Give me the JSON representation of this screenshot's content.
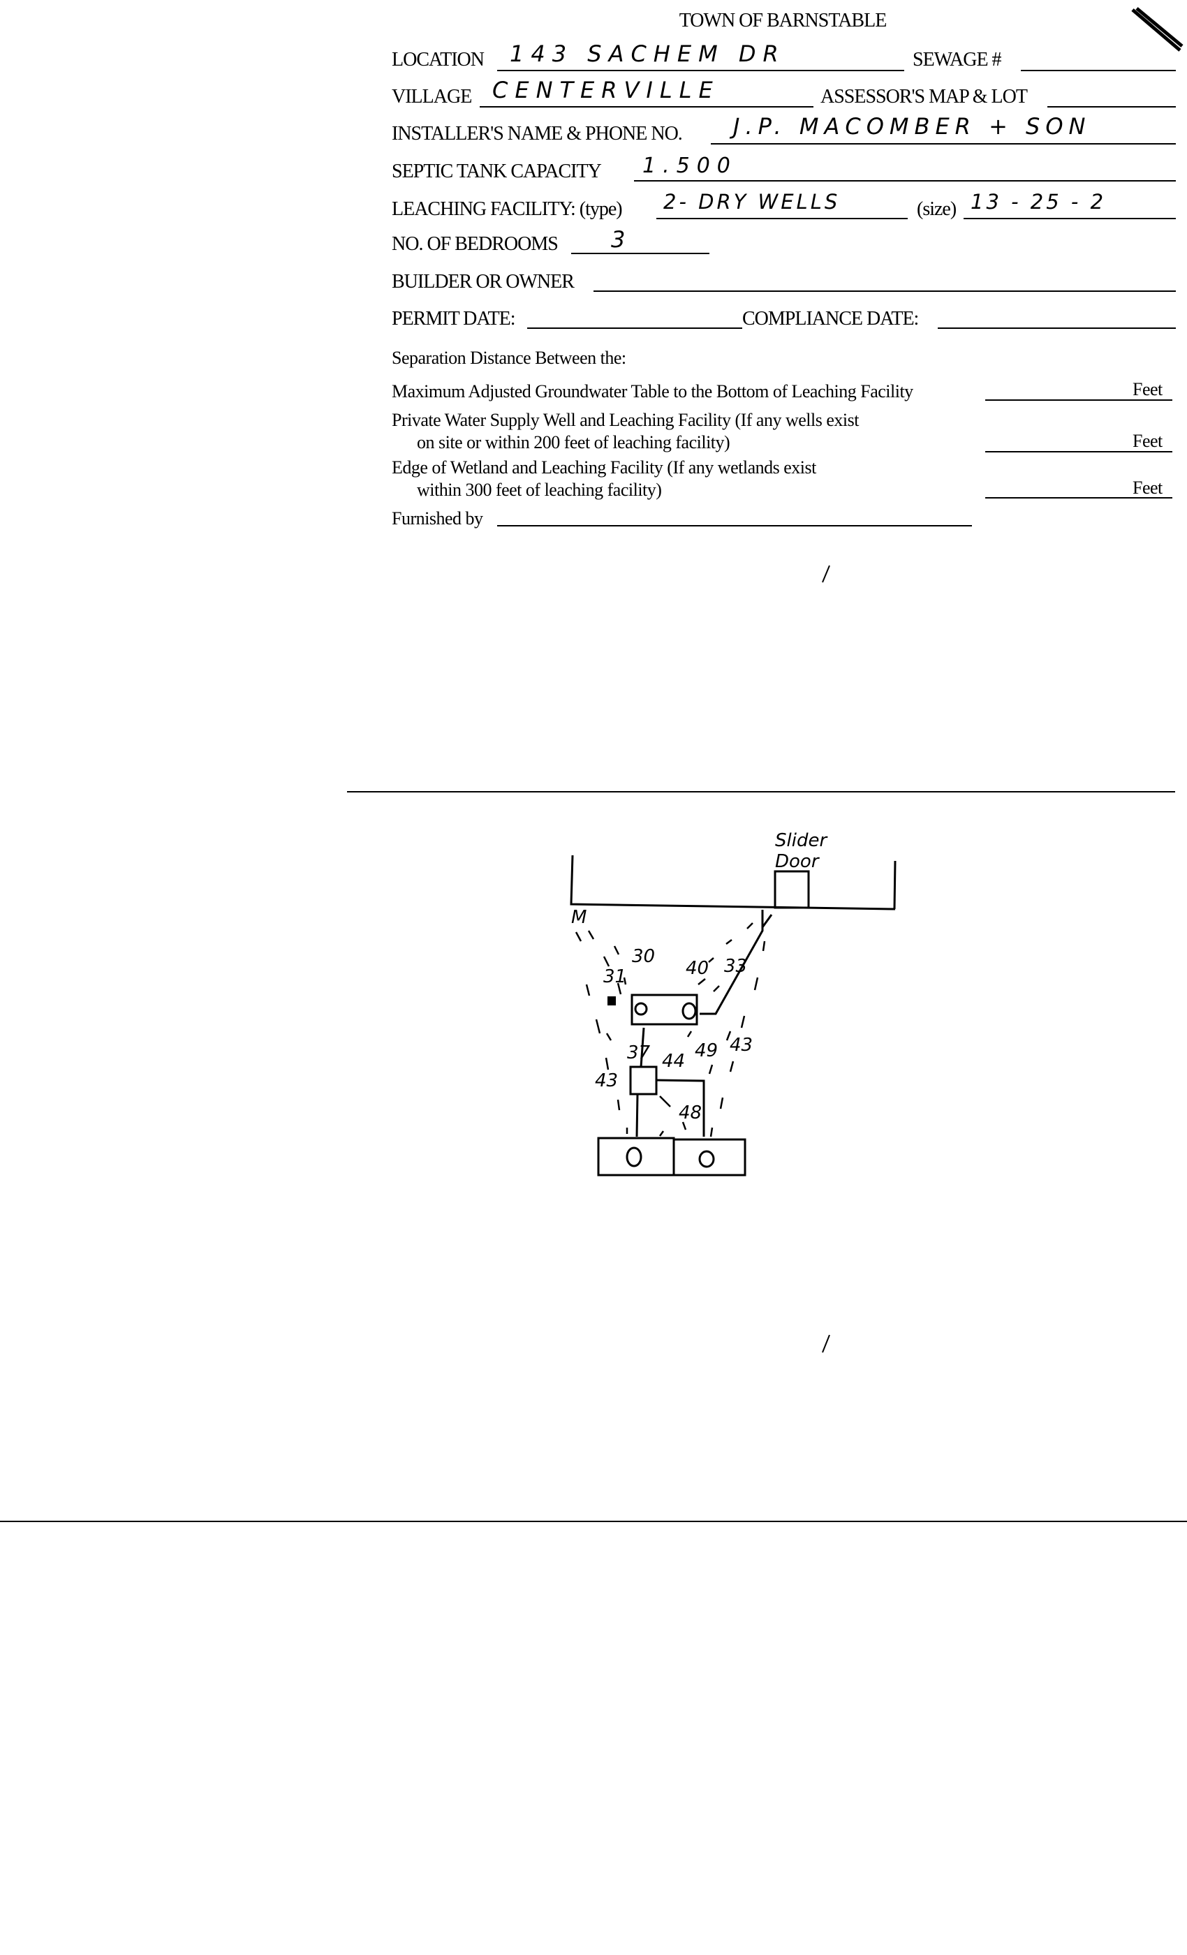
{
  "header": {
    "title": "TOWN OF BARNSTABLE"
  },
  "fields": {
    "location": {
      "label": "LOCATION",
      "value": "143 SACHEM DR"
    },
    "sewage": {
      "label": "SEWAGE #",
      "value": ""
    },
    "village": {
      "label": "VILLAGE",
      "value": "CENTERVILLE"
    },
    "assessor": {
      "label": "ASSESSOR'S MAP & LOT",
      "value": ""
    },
    "installer": {
      "label": "INSTALLER'S NAME & PHONE NO.",
      "value": "J.P. MACOMBER + SON"
    },
    "tank_capacity": {
      "label": "SEPTIC TANK CAPACITY",
      "value": "1.500"
    },
    "leaching": {
      "label": "LEACHING FACILITY: (type)",
      "value": "2- DRY WELLS",
      "size_label": "(size)",
      "size_value": "13 - 25 - 2"
    },
    "bedrooms": {
      "label": "NO. OF BEDROOMS",
      "value": "3"
    },
    "builder": {
      "label": "BUILDER OR OWNER",
      "value": ""
    },
    "permit_date": {
      "label": "PERMIT DATE:",
      "value": ""
    },
    "compliance_date": {
      "label": "COMPLIANCE  DATE:",
      "value": ""
    }
  },
  "separation": {
    "heading": "Separation Distance Between the:",
    "rows": [
      {
        "line1": "Maximum Adjusted Groundwater Table to the Bottom of Leaching Facility",
        "line2": "",
        "unit": "Feet"
      },
      {
        "line1": "Private Water Supply Well and Leaching Facility  (If any wells exist",
        "line2": "on site or within 200 feet of leaching facility)",
        "unit": "Feet"
      },
      {
        "line1": "Edge of Wetland and Leaching Facility (If any wetlands exist",
        "line2": "within 300 feet of leaching facility)",
        "unit": "Feet"
      }
    ],
    "furnished_by": "Furnished by"
  },
  "sketch": {
    "door_label_1": "Slider",
    "door_label_2": "Door",
    "corner_mark": "M",
    "measurements": [
      "31",
      "30",
      "40",
      "33",
      "37",
      "44",
      "49",
      "43",
      "43",
      "48"
    ]
  }
}
